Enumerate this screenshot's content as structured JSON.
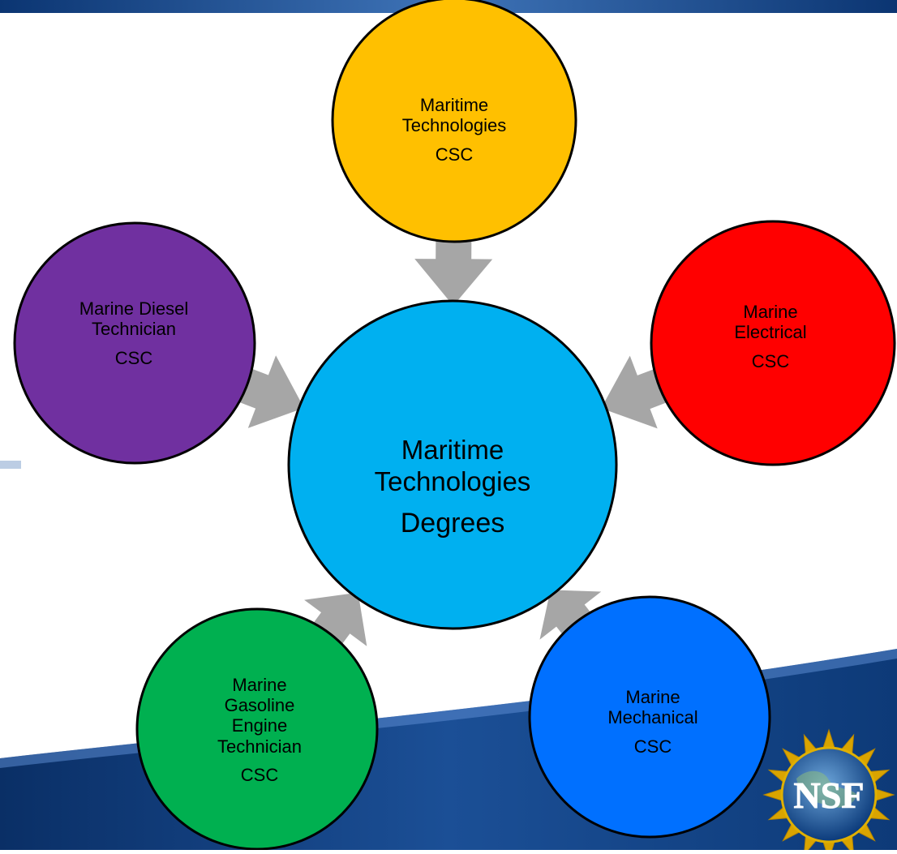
{
  "diagram": {
    "center": {
      "lines": [
        "Maritime",
        "Technologies"
      ],
      "tag": "Degrees",
      "color": "#00b0f0"
    },
    "nodes": [
      {
        "id": "top",
        "lines": [
          "Maritime",
          "Technologies"
        ],
        "tag": "CSC",
        "color": "#ffc000"
      },
      {
        "id": "left",
        "lines": [
          "Marine Diesel",
          "Technician"
        ],
        "tag": "CSC",
        "color": "#7030a0"
      },
      {
        "id": "right",
        "lines": [
          "Marine",
          "Electrical"
        ],
        "tag": "CSC",
        "color": "#ff0000"
      },
      {
        "id": "bottom-left",
        "lines": [
          "Marine",
          "Gasoline",
          "Engine",
          "Technician"
        ],
        "tag": "CSC",
        "color": "#00b050"
      },
      {
        "id": "bottom-right",
        "lines": [
          "Marine",
          "Mechanical"
        ],
        "tag": "CSC",
        "color": "#0070ff"
      }
    ],
    "arrow_color": "#a6a6a6"
  },
  "branding": {
    "logo": "NSF",
    "banner_color": "#0d3a78"
  }
}
